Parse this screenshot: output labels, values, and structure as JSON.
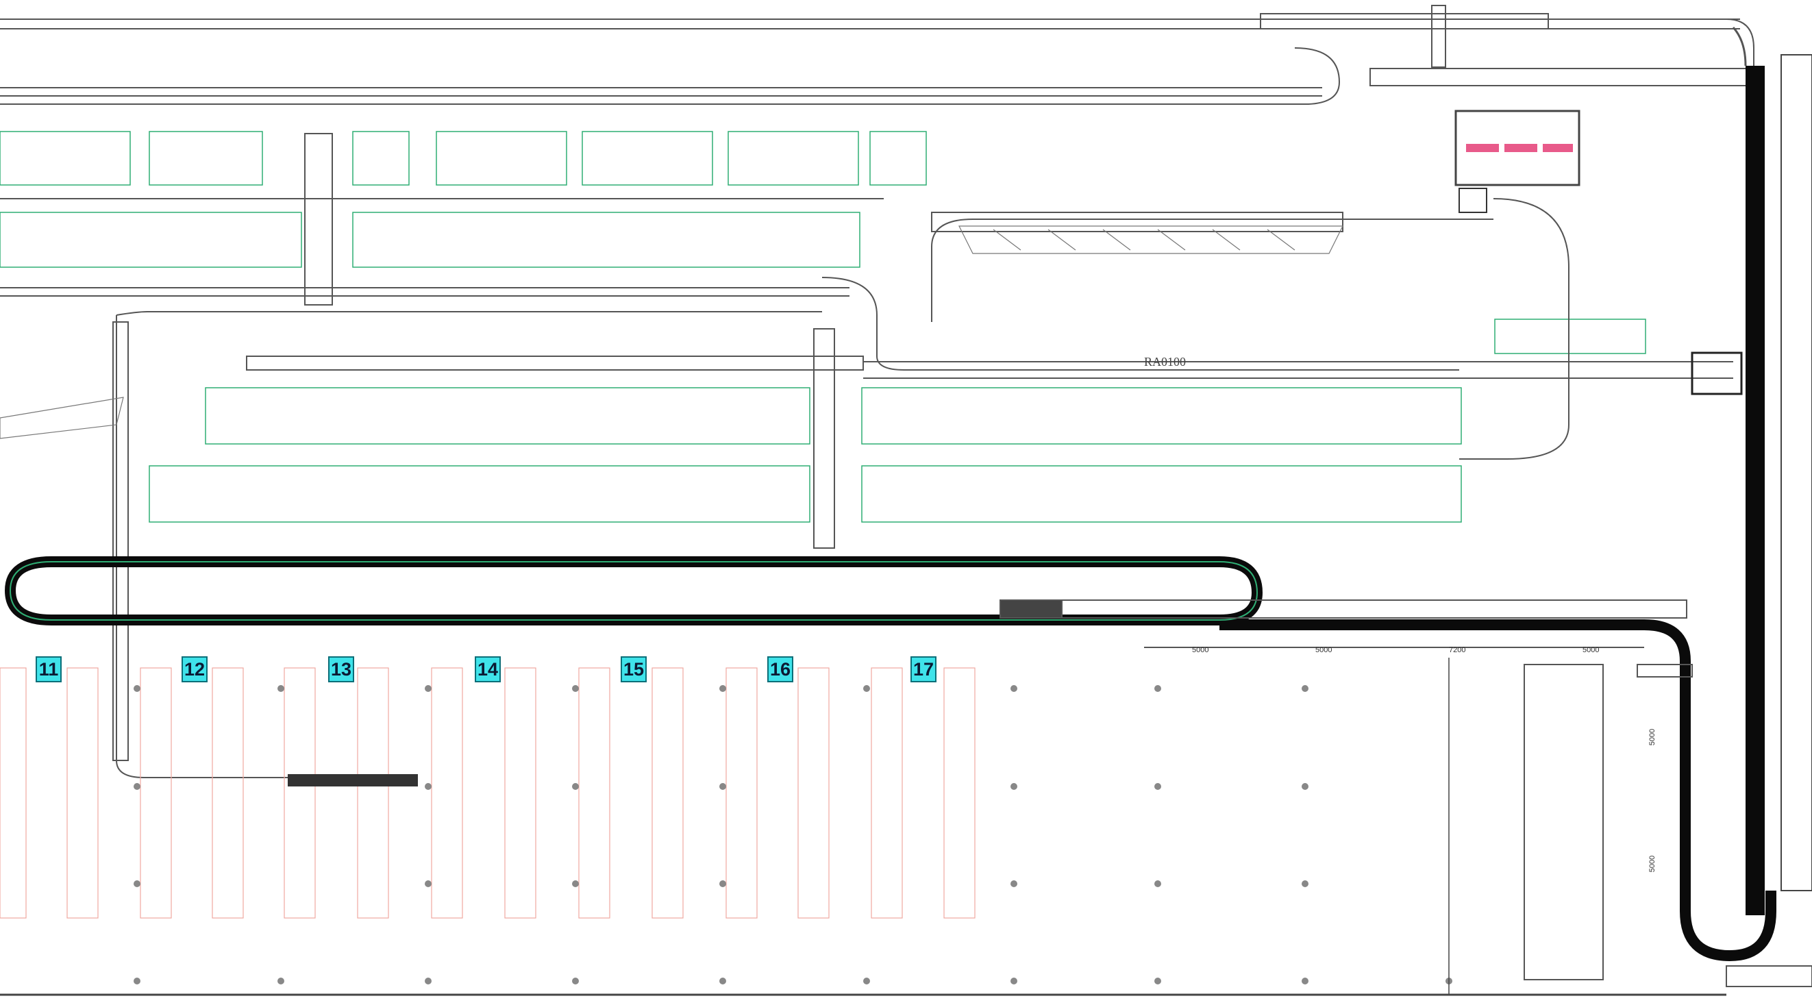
{
  "bays": [
    {
      "id": "bay-11",
      "label": "11"
    },
    {
      "id": "bay-12",
      "label": "12"
    },
    {
      "id": "bay-13",
      "label": "13"
    },
    {
      "id": "bay-14",
      "label": "14"
    },
    {
      "id": "bay-15",
      "label": "15"
    },
    {
      "id": "bay-16",
      "label": "16"
    },
    {
      "id": "bay-17",
      "label": "17"
    }
  ],
  "dimensions": {
    "d1": "5000",
    "d2": "5000",
    "d3": "7200",
    "d4": "5000",
    "v1": "5000",
    "v2": "5000",
    "zone": "RA0100"
  },
  "colors": {
    "accent_bay": "#3fe3ea",
    "rack_green": "#2fae74",
    "rack_pink": "#f0a8a0",
    "belt": "#0b0b0b",
    "marker": "#e85a8a"
  }
}
